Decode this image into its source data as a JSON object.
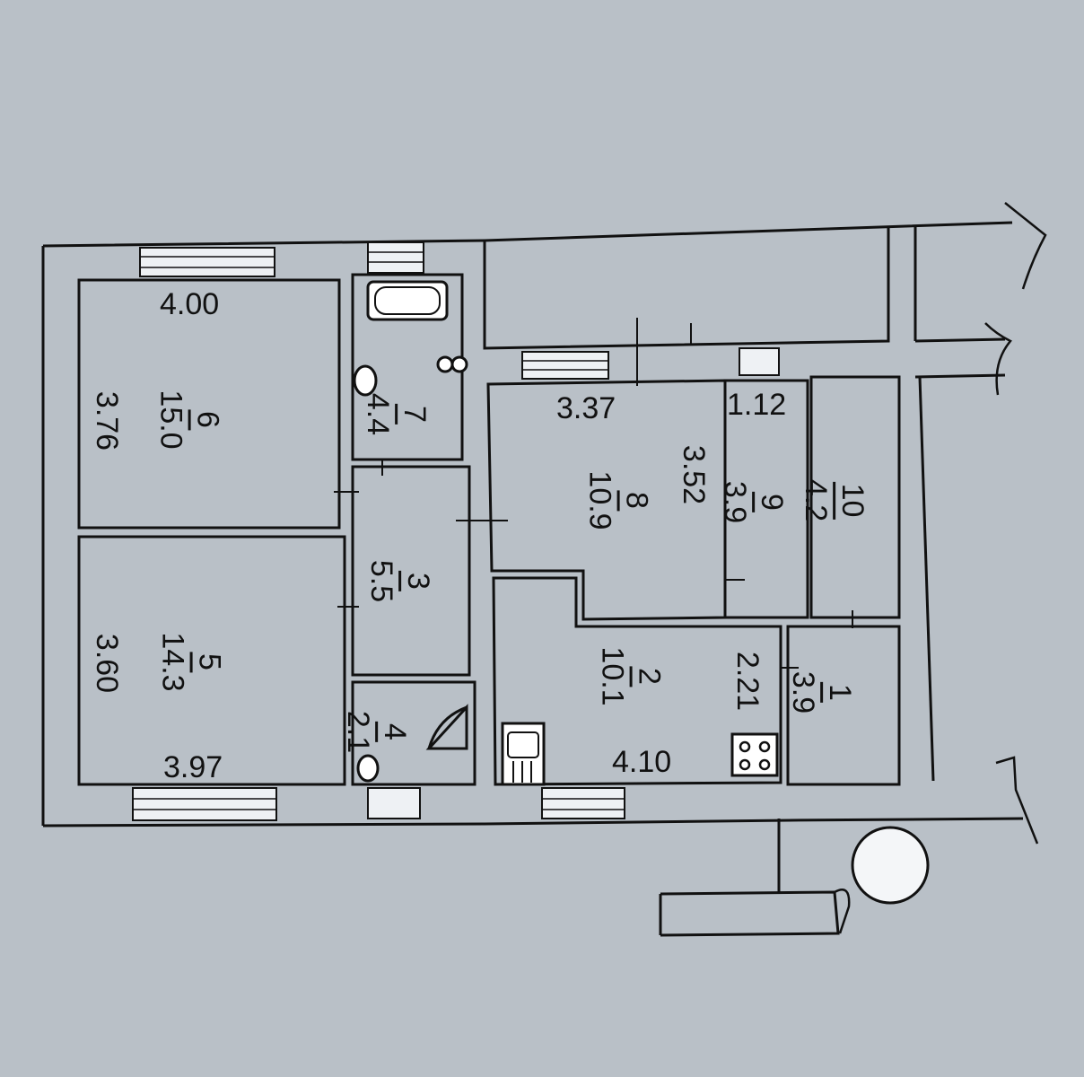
{
  "plan": {
    "rooms": [
      {
        "number": "6",
        "area": "15.0",
        "width": "4.00",
        "length": "3.76"
      },
      {
        "number": "5",
        "area": "14.3",
        "width": "3.97",
        "length": "3.60"
      },
      {
        "number": "7",
        "area": "4.4"
      },
      {
        "number": "3",
        "area": "5.5"
      },
      {
        "number": "4",
        "area": "2.1"
      },
      {
        "number": "8",
        "area": "10.9",
        "width": "3.37",
        "length": "3.52"
      },
      {
        "number": "9",
        "area": "3.9",
        "width": "1.12"
      },
      {
        "number": "10",
        "area": "4.2"
      },
      {
        "number": "2",
        "area": "10.1",
        "width": "4.10",
        "length": "2.21"
      },
      {
        "number": "1",
        "area": "3.9"
      }
    ],
    "colors": {
      "paper": "#b9c0c7",
      "ink": "#111111",
      "glass": "#eef1f4"
    },
    "fixtures": [
      "bathtub-icon",
      "washbasin-icon",
      "toilet-icon",
      "shower-icon",
      "sink-icon",
      "stove-icon"
    ]
  }
}
